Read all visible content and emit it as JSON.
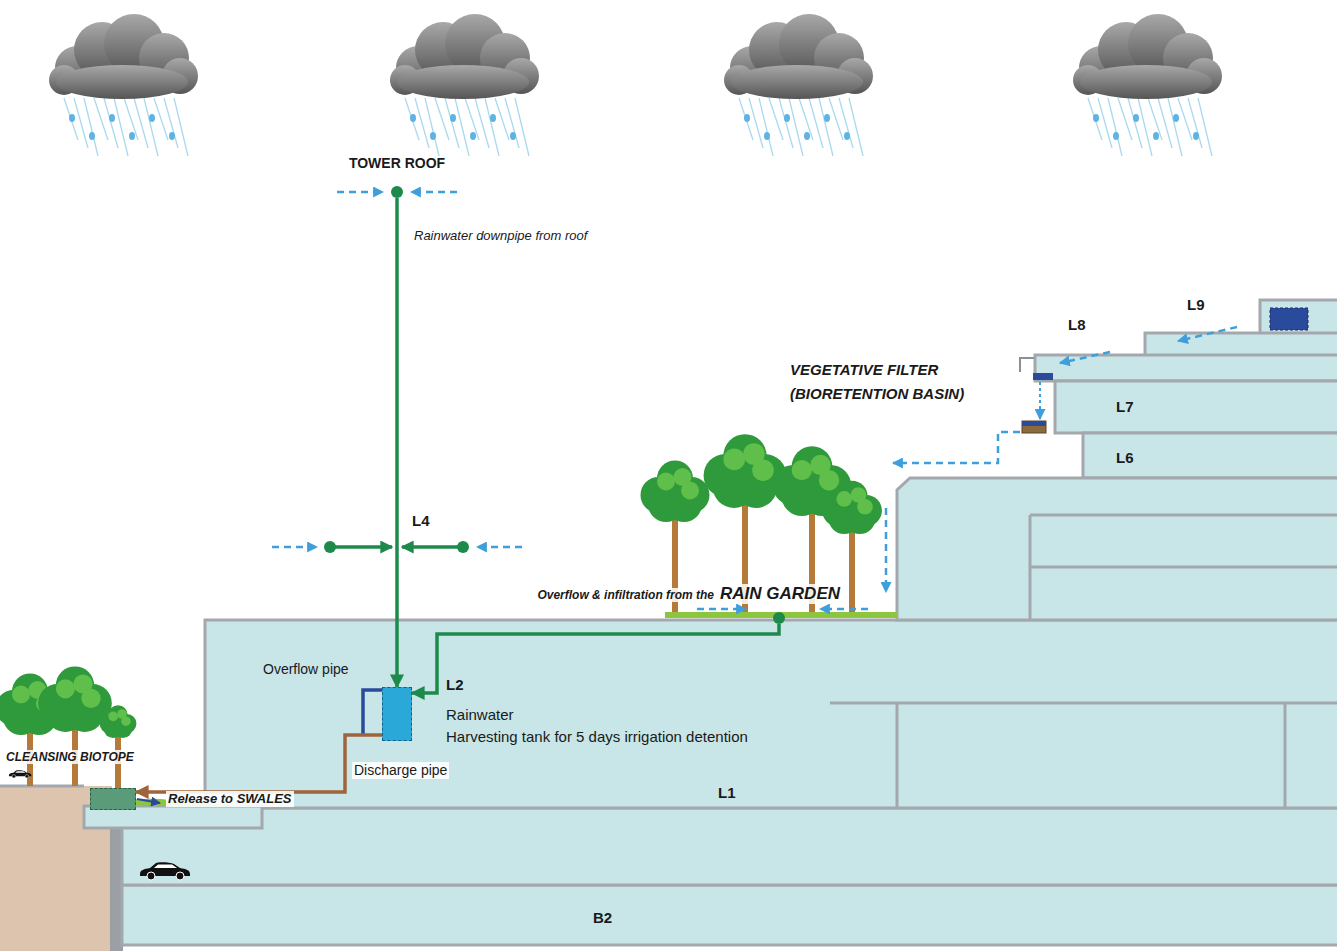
{
  "diagram": {
    "nodes": [
      {
        "text": [
          "TOWER ROOF"
        ]
      },
      {
        "text": [
          "VEGETATIVE FILTER (BIORETENTION BASIN)"
        ]
      },
      {
        "text": [
          "Overflow & infiltration from the",
          "RAIN GARDEN"
        ]
      },
      {
        "text": [
          "L2",
          "Rainwater Harvesting tank for 5 days irrigation detention"
        ]
      },
      {
        "text": [
          "CLEANSING BIOTOPE"
        ]
      }
    ],
    "edges": [
      {
        "from": 0,
        "to": 3,
        "arrow": "to",
        "label": "Rainwater downpipe from roof"
      },
      {
        "from": 2,
        "to": 3,
        "arrow": "to"
      },
      {
        "from": 3,
        "to": 4,
        "arrow": "to",
        "label": "Discharge pipe"
      }
    ],
    "labels": [
      "L4",
      "L9",
      "L8",
      "L7",
      "L6",
      "Overflow pipe",
      "Release to SWALES",
      "L1",
      "B2"
    ]
  }
}
